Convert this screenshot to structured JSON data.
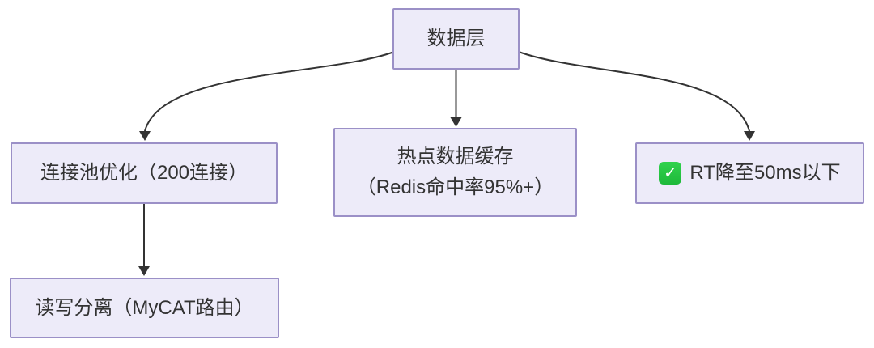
{
  "diagram": {
    "type": "flowchart",
    "direction": "top-down",
    "nodes": {
      "data_layer": {
        "label": "数据层"
      },
      "connection_pool": {
        "label": "连接池优化（200连接）"
      },
      "hot_cache": {
        "label_line1": "热点数据缓存",
        "label_line2": "（Redis命中率95%+）"
      },
      "rt_result": {
        "icon": "white-check-mark-icon",
        "icon_glyph": "✓",
        "label": "RT降至50ms以下"
      },
      "read_write": {
        "label": "读写分离（MyCAT路由）"
      }
    },
    "edges": [
      {
        "from": "data_layer",
        "to": "connection_pool"
      },
      {
        "from": "data_layer",
        "to": "hot_cache"
      },
      {
        "from": "data_layer",
        "to": "rt_result"
      },
      {
        "from": "connection_pool",
        "to": "read_write"
      }
    ],
    "colors": {
      "background": "#ffffff",
      "node_fill": "#edebf9",
      "node_border": "#9b90c7",
      "text": "#333333",
      "arrow": "#333333",
      "check_green": "#28c840",
      "check_mark": "#ffffff"
    }
  }
}
